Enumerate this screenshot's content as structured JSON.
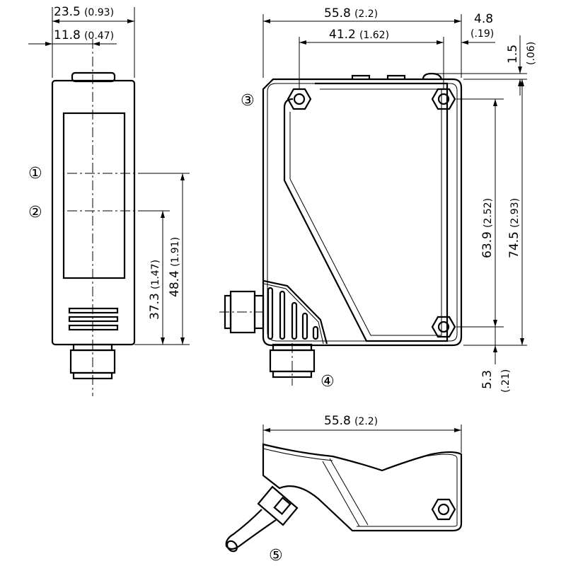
{
  "front_view": {
    "width_dim": {
      "mm": "23.5",
      "in": "(0.93)"
    },
    "center_dim": {
      "mm": "11.8",
      "in": "(0.47)"
    },
    "height1_dim": {
      "mm": "48.4",
      "in": "(1.91)"
    },
    "height2_dim": {
      "mm": "37.3",
      "in": "(1.47)"
    },
    "callout_1": "①",
    "callout_2": "②"
  },
  "side_view": {
    "length_dim": {
      "mm": "55.8",
      "in": "(2.2)"
    },
    "hole_spacing_dim": {
      "mm": "41.2",
      "in": "(1.62)"
    },
    "edge_offset_dim": {
      "mm": "4.8",
      "in": "(.19)"
    },
    "top_offset_dim": {
      "mm": "1.5",
      "in": "(.06)"
    },
    "hole_vertical_dim": {
      "mm": "63.9",
      "in": "(2.52)"
    },
    "height_dim": {
      "mm": "74.5",
      "in": "(2.93)"
    },
    "bottom_offset_dim": {
      "mm": "5.3",
      "in": "(.21)"
    },
    "callout_3": "③",
    "callout_4": "④"
  },
  "cable_view": {
    "length_dim": {
      "mm": "55.8",
      "in": "(2.2)"
    },
    "callout_5": "⑤"
  }
}
